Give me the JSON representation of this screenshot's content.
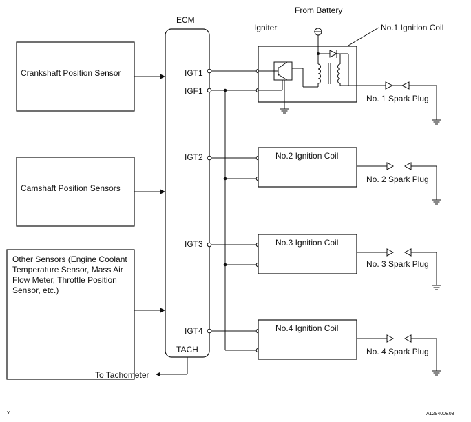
{
  "ecm": {
    "title": "ECM",
    "tach": "TACH",
    "to_tachometer": "To Tachometer",
    "terminals": [
      "IGT1",
      "IGF1",
      "IGT2",
      "IGT3",
      "IGT4"
    ]
  },
  "sensors": [
    [
      "Crankshaft Position Sensor"
    ],
    [
      "Camshaft Position Sensors"
    ],
    [
      "Other Sensors (Engine Coolant",
      "Temperature Sensor, Mass Air",
      "Flow Meter, Throttle Position",
      "Sensor, etc.)"
    ]
  ],
  "igniter": {
    "title": "Igniter",
    "from_battery": "From Battery",
    "coil1": "No.1 Ignition Coil"
  },
  "coils": [
    "No.2 Ignition Coil",
    "No.3 Ignition Coil",
    "No.4 Ignition Coil"
  ],
  "spark_plugs": [
    "No. 1 Spark Plug",
    "No. 2 Spark Plug",
    "No. 3 Spark Plug",
    "No. 4 Spark Plug"
  ],
  "footer": {
    "left_mark": "Y",
    "code": "A129400E03"
  }
}
